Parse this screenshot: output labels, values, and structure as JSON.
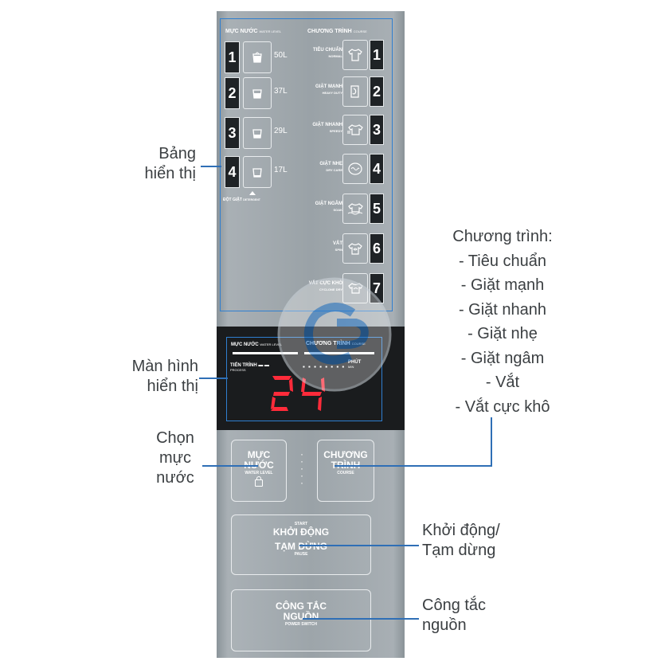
{
  "panel": {
    "water_level_header": "MỰC NƯỚC",
    "water_level_header_sub": "WATER LEVEL",
    "course_header": "CHƯƠNG TRÌNH",
    "course_header_sub": "COURSE",
    "water_levels": [
      {
        "num": "1",
        "label": "50L",
        "icon": "bucket-full-icon"
      },
      {
        "num": "2",
        "label": "37L",
        "icon": "bucket-three-quarter-icon"
      },
      {
        "num": "3",
        "label": "29L",
        "icon": "bucket-half-icon"
      },
      {
        "num": "4",
        "label": "17L",
        "icon": "bucket-low-icon"
      }
    ],
    "detergent_label": "ĐỘT GIẶT",
    "detergent_sub": "DETERGENT",
    "courses": [
      {
        "num": "1",
        "label": "TIÊU CHUẨN",
        "sub": "NORMAL",
        "icon": "shirt-icon"
      },
      {
        "num": "2",
        "label": "GIẶT MẠNH",
        "sub": "HEAVY DUTY",
        "icon": "hand-wash-icon"
      },
      {
        "num": "3",
        "label": "GIẶT NHANH",
        "sub": "SPEEDY",
        "icon": "speedy-shirt-icon"
      },
      {
        "num": "4",
        "label": "GIẶT NHẸ",
        "sub": "DRY CARE",
        "icon": "gentle-care-icon"
      },
      {
        "num": "5",
        "label": "GIẶT NGÂM",
        "sub": "SOAK",
        "icon": "soak-icon"
      },
      {
        "num": "6",
        "label": "VẮT",
        "sub": "SPIN",
        "icon": "spin-icon"
      },
      {
        "num": "7",
        "label": "VẮT CỰC KHÔ",
        "sub": "CYCLONE DRY",
        "icon": "cyclone-dry-icon"
      }
    ]
  },
  "display": {
    "water_level": "MỰC NƯỚC",
    "water_level_sub": "WATER LEVEL",
    "course": "CHƯƠNG TRÌNH",
    "course_sub": "COURSE",
    "progress": "TIẾN TRÌNH",
    "progress_sub": "PROCESS",
    "minutes": "PHÚT",
    "minutes_sub": "MIN",
    "digits": "24",
    "digit_color": "#ff2b3a"
  },
  "buttons": {
    "water_level_main": "MỰC NƯỚC",
    "water_level_sub": "WATER LEVEL",
    "course_main": "CHƯƠNG TRÌNH",
    "course_sub": "COURSE",
    "start_top": "START",
    "start_main1": "KHỞI ĐỘNG",
    "start_main2": "TẠM DỪNG",
    "start_bottom": "PAUSE",
    "power_main": "CÔNG TẮC NGUỒN",
    "power_sub": "POWER SWITCH"
  },
  "annotations": {
    "board": [
      "Bảng",
      "hiển thị"
    ],
    "screen": [
      "Màn hình",
      "hiển thị"
    ],
    "choose_level": [
      "Chọn",
      "mực",
      "nước"
    ],
    "programs": [
      "Chương trình:",
      "- Tiêu chuẩn",
      "- Giặt mạnh",
      "- Giặt nhanh",
      "- Giặt nhẹ",
      "- Giặt ngâm",
      "- Vắt",
      "- Vắt cực khô"
    ],
    "start_pause": [
      "Khởi động/",
      "Tạm dừng"
    ],
    "power": [
      "Công tắc",
      "nguồn"
    ]
  },
  "colors": {
    "panel": "#9aa2a7",
    "frame_blue": "#2f7fd0",
    "annotation_line": "#2f6fb6",
    "annotation_text": "#3b3f42"
  }
}
